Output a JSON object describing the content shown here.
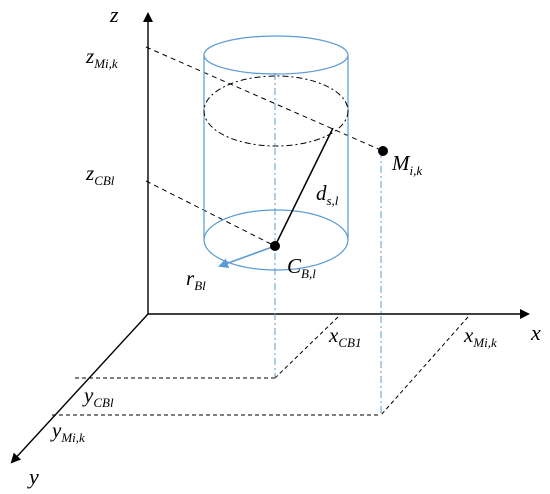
{
  "colors": {
    "ink": "#000000",
    "cylinder": "#5b9bd5",
    "radius_arrow": "#5b9bd5",
    "background": "#ffffff"
  },
  "axes": {
    "z": {
      "symbol": "z"
    },
    "x": {
      "symbol": "x"
    },
    "y": {
      "symbol": "y"
    }
  },
  "labels": {
    "z_mi": {
      "base": "z",
      "sub": "Mi,k"
    },
    "z_cb": {
      "base": "z",
      "sub": "CBl"
    },
    "x_cb": {
      "base": "x",
      "sub": "CB1"
    },
    "x_mi": {
      "base": "x",
      "sub": "Mi,k"
    },
    "y_cb": {
      "base": "y",
      "sub": "CBl"
    },
    "y_mi": {
      "base": "y",
      "sub": "Mi,k"
    },
    "point_m": {
      "base": "M",
      "sub": "i,k"
    },
    "point_cb": {
      "base": "C",
      "sub": "B,l"
    },
    "distance": {
      "base": "d",
      "sub": "s,l"
    },
    "radius": {
      "base": "r",
      "sub": "Bl"
    }
  }
}
